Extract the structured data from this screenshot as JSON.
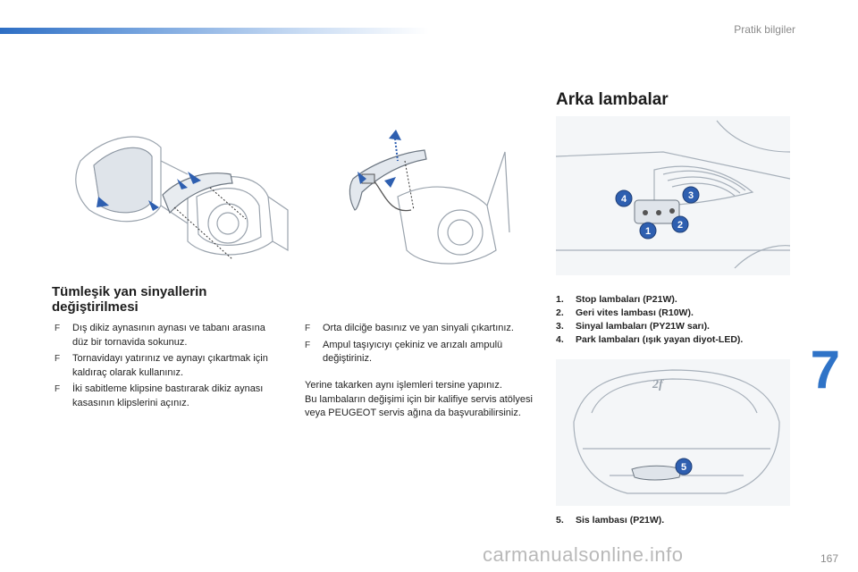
{
  "header": {
    "title": "Pratik bilgiler",
    "chapter": "7",
    "page_number": "167"
  },
  "colors": {
    "accent": "#2f73c7",
    "callout": "#2e5fb0"
  },
  "left_section": {
    "title": "Tümleşik yan sinyallerin değiştirilmesi",
    "bullets": [
      "Dış dikiz aynasının aynası ve tabanı arasına düz bir tornavida sokunuz.",
      "Tornavidayı yatırınız ve aynayı çıkartmak için kaldıraç olarak kullanınız.",
      "İki sabitleme klipsine bastırarak dikiz aynası kasasının klipslerini açınız."
    ]
  },
  "middle_section": {
    "bullets": [
      "Orta dilciğe basınız ve yan sinyali çıkartınız.",
      "Ampul taşıyıcıyı çekiniz ve arızalı ampulü değiştiriniz."
    ],
    "paragraph": [
      "Yerine takarken aynı işlemleri tersine yapınız.",
      "Bu lambaların değişimi için bir kalifiye servis atölyesi veya PEUGEOT servis ağına da başvurabilirsiniz."
    ]
  },
  "right_section": {
    "title": "Arka lambalar",
    "lamps": [
      {
        "num": "1.",
        "text": "Stop lambaları (P21W)."
      },
      {
        "num": "2.",
        "text": "Geri vites lambası (R10W)."
      },
      {
        "num": "3.",
        "text": "Sinyal lambaları (PY21W sarı)."
      },
      {
        "num": "4.",
        "text": "Park lambaları (ışık yayan diyot-LED)."
      }
    ],
    "fog": [
      {
        "num": "5.",
        "text": "Sis lambası (P21W)."
      }
    ],
    "callouts_upper": [
      "1",
      "2",
      "3",
      "4"
    ],
    "callout_lower": "5",
    "car_badge": "2f"
  },
  "watermark": "carmanualsonline.info",
  "bullet_glyph": "F"
}
